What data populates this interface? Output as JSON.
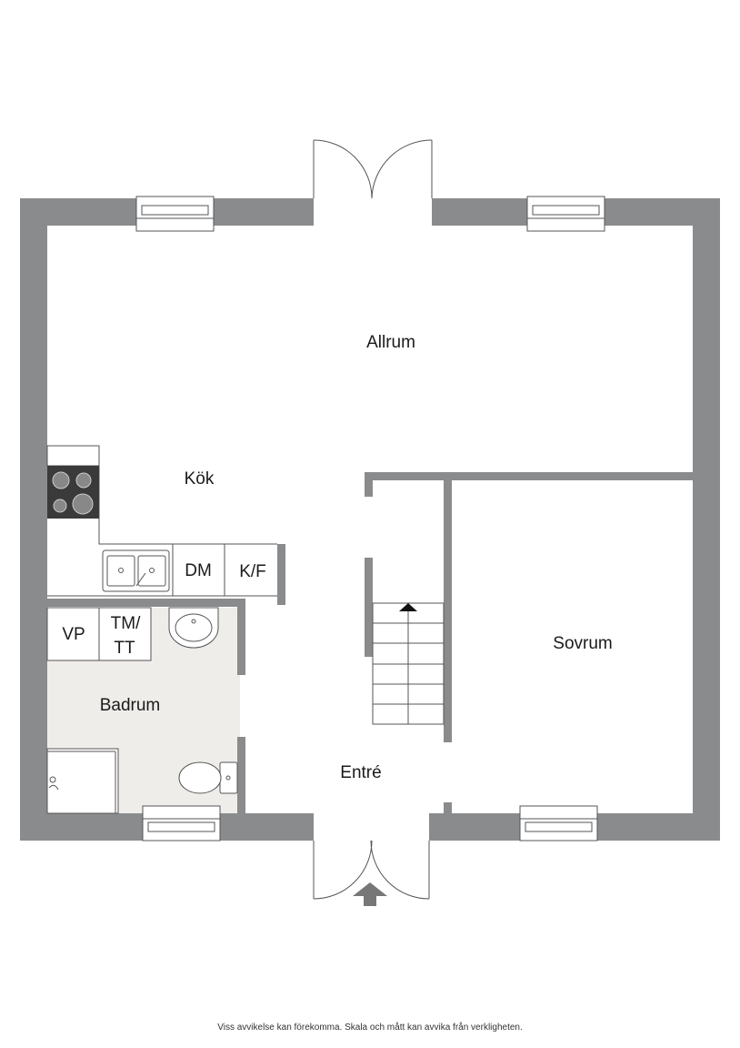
{
  "rooms": {
    "allrum": "Allrum",
    "kok": "Kök",
    "sovrum": "Sovrum",
    "badrum": "Badrum",
    "entre": "Entré"
  },
  "fixtures": {
    "dm": "DM",
    "kf": "K/F",
    "vp": "VP",
    "tm_line1": "TM/",
    "tm_line2": "TT"
  },
  "disclaimer": "Viss avvikelse kan förekomma. Skala och mått kan avvika från verkligheten.",
  "colors": {
    "wall": "#8a8b8d",
    "bathroom_floor": "#efedea",
    "stove": "#3a3a3a",
    "line": "#555555"
  }
}
